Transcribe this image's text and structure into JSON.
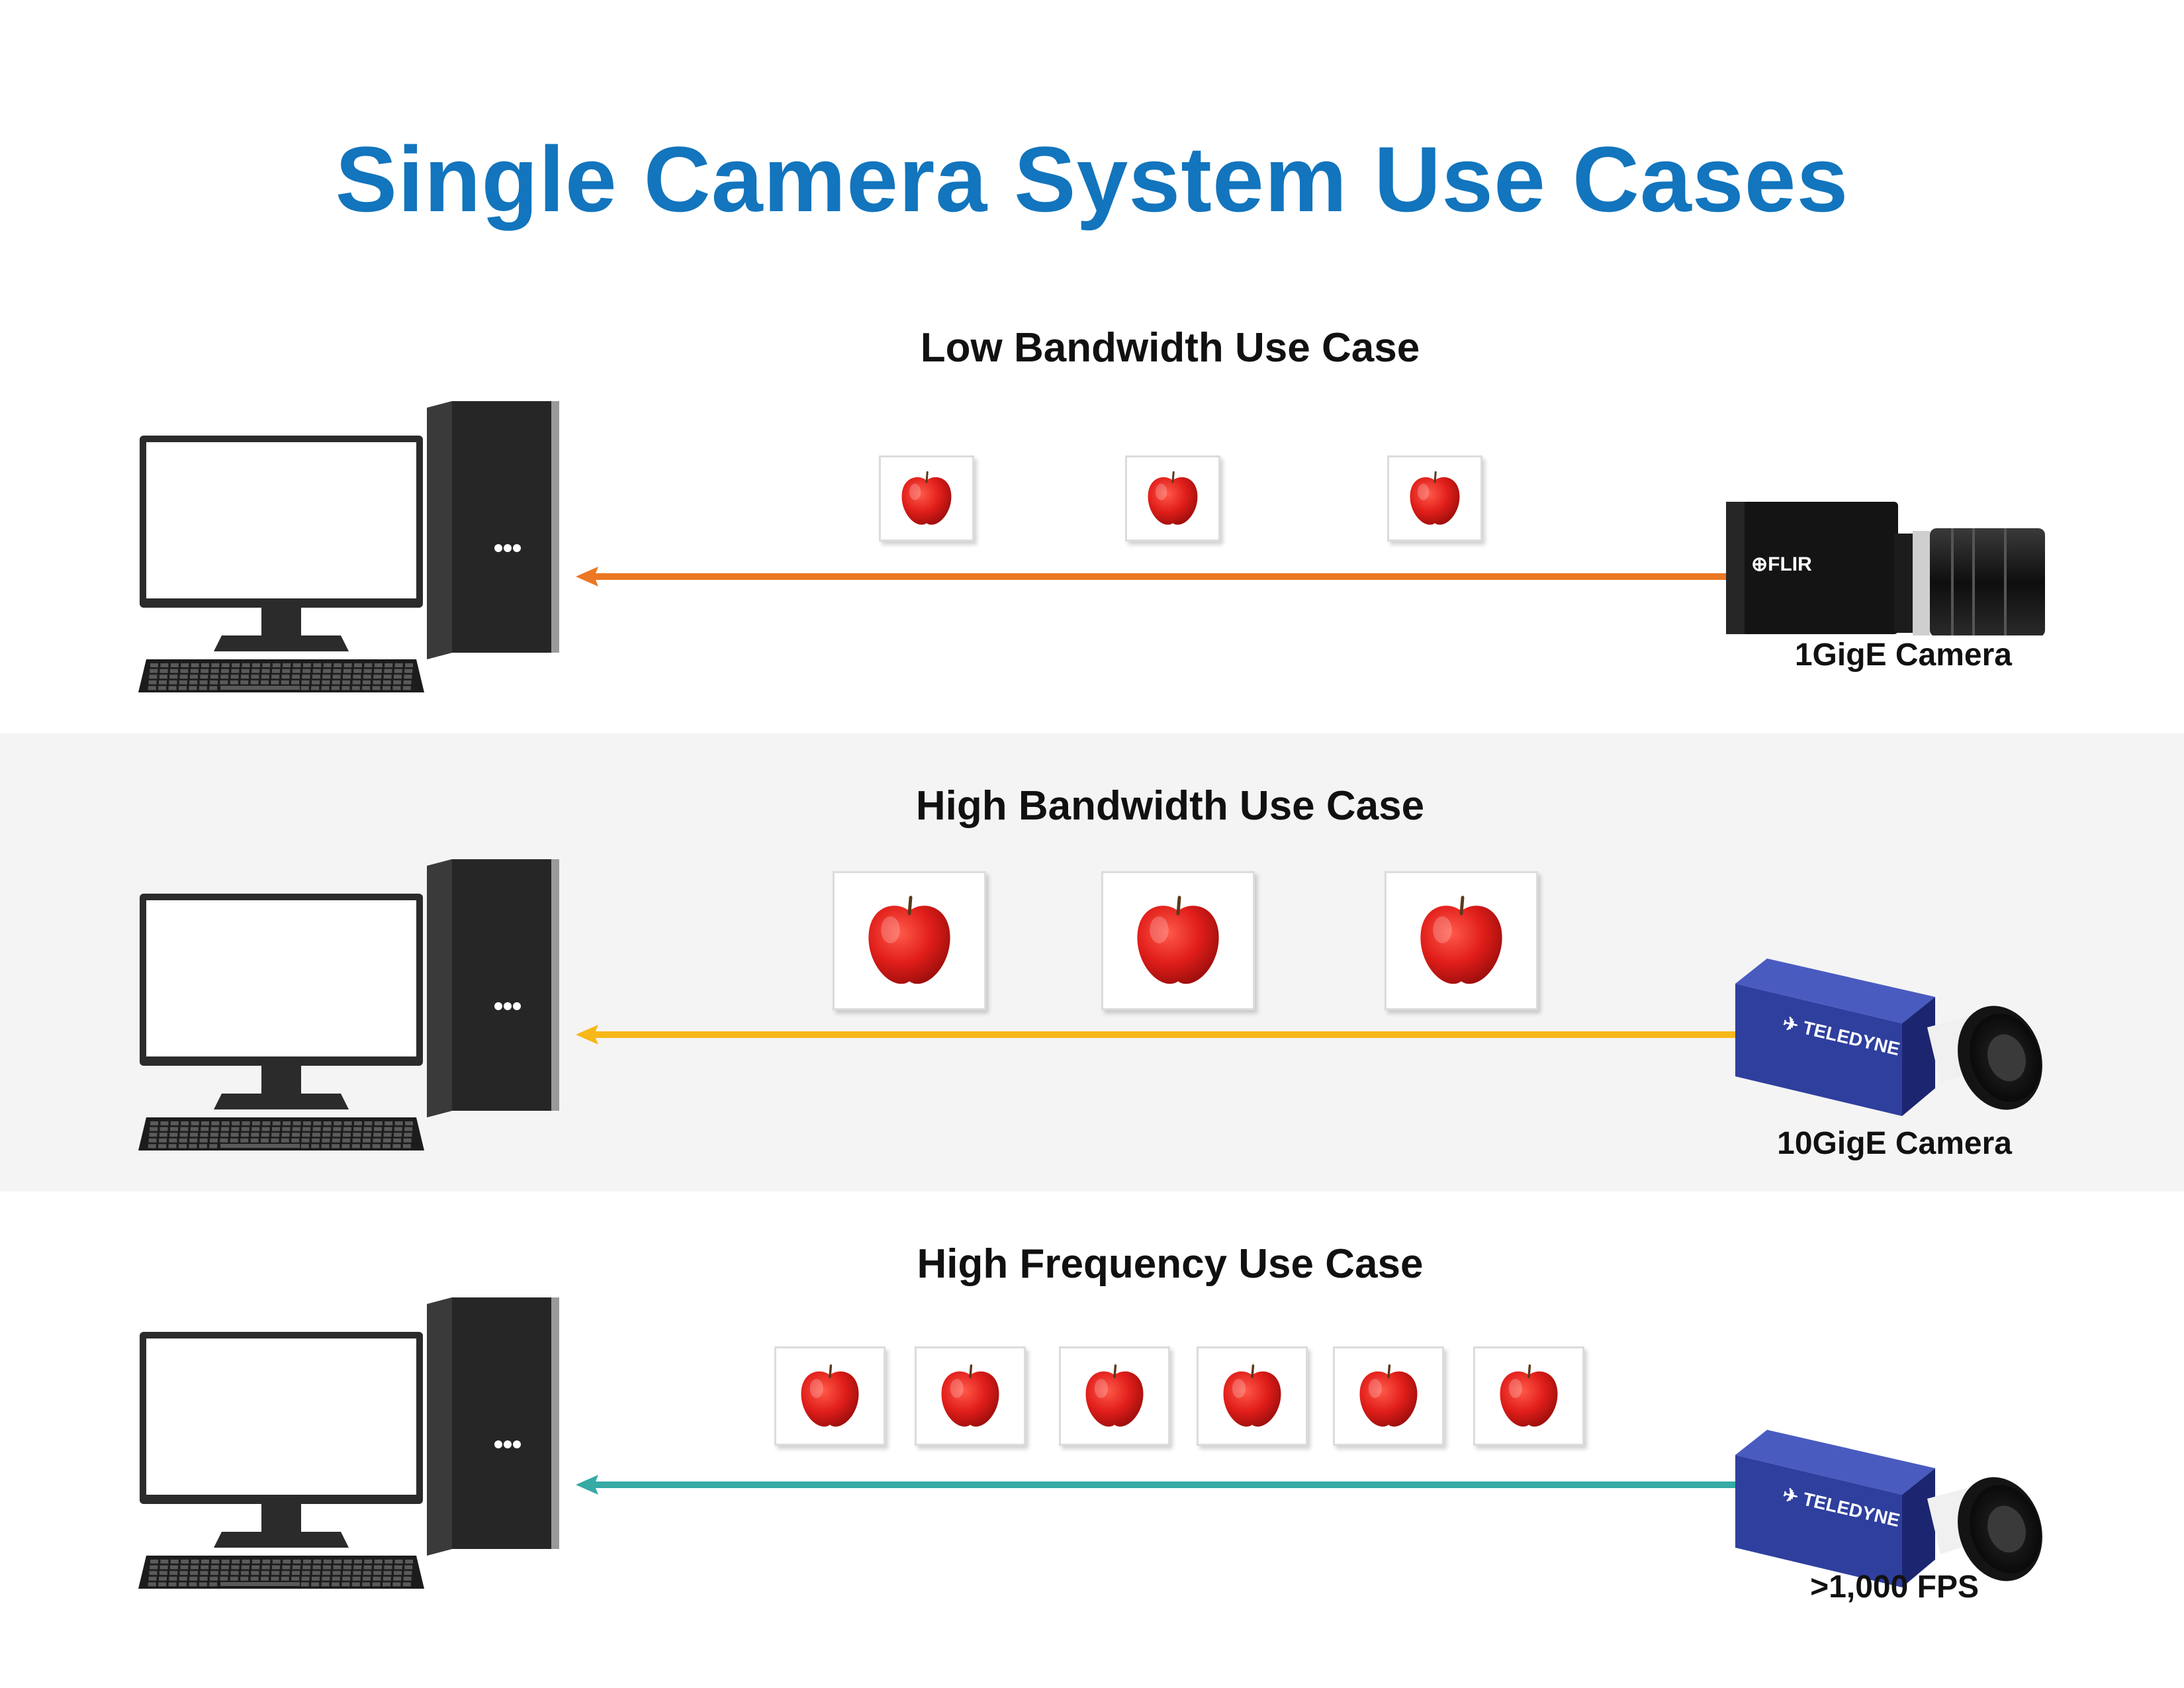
{
  "title": "Single Camera System Use Cases",
  "colors": {
    "title": "#1275bd",
    "flow_low": "#ec7724",
    "flow_high_bandwidth": "#f6b81a",
    "flow_high_frequency": "#36aaa4",
    "teledyne_body": "#2e3f9e",
    "flir_body": "#1a1a1a",
    "band_alt_background": "#f4f4f4"
  },
  "use_cases": [
    {
      "title": "Low Bandwidth Use Case",
      "camera_label": "1GigE Camera",
      "camera_brand": "FLIR",
      "frames": 3,
      "frame_size": "small"
    },
    {
      "title": "High Bandwidth Use Case",
      "camera_label": "10GigE Camera",
      "camera_brand": "TELEDYNE",
      "frames": 3,
      "frame_size": "large"
    },
    {
      "title": "High Frequency Use Case",
      "camera_label": ">1,000 FPS",
      "camera_brand": "TELEDYNE",
      "frames": 6,
      "frame_size": "small"
    }
  ],
  "icons": [
    "computer-monitor-icon",
    "computer-tower-icon",
    "keyboard-icon",
    "apple-icon",
    "camera-icon",
    "arrow-left-icon"
  ]
}
